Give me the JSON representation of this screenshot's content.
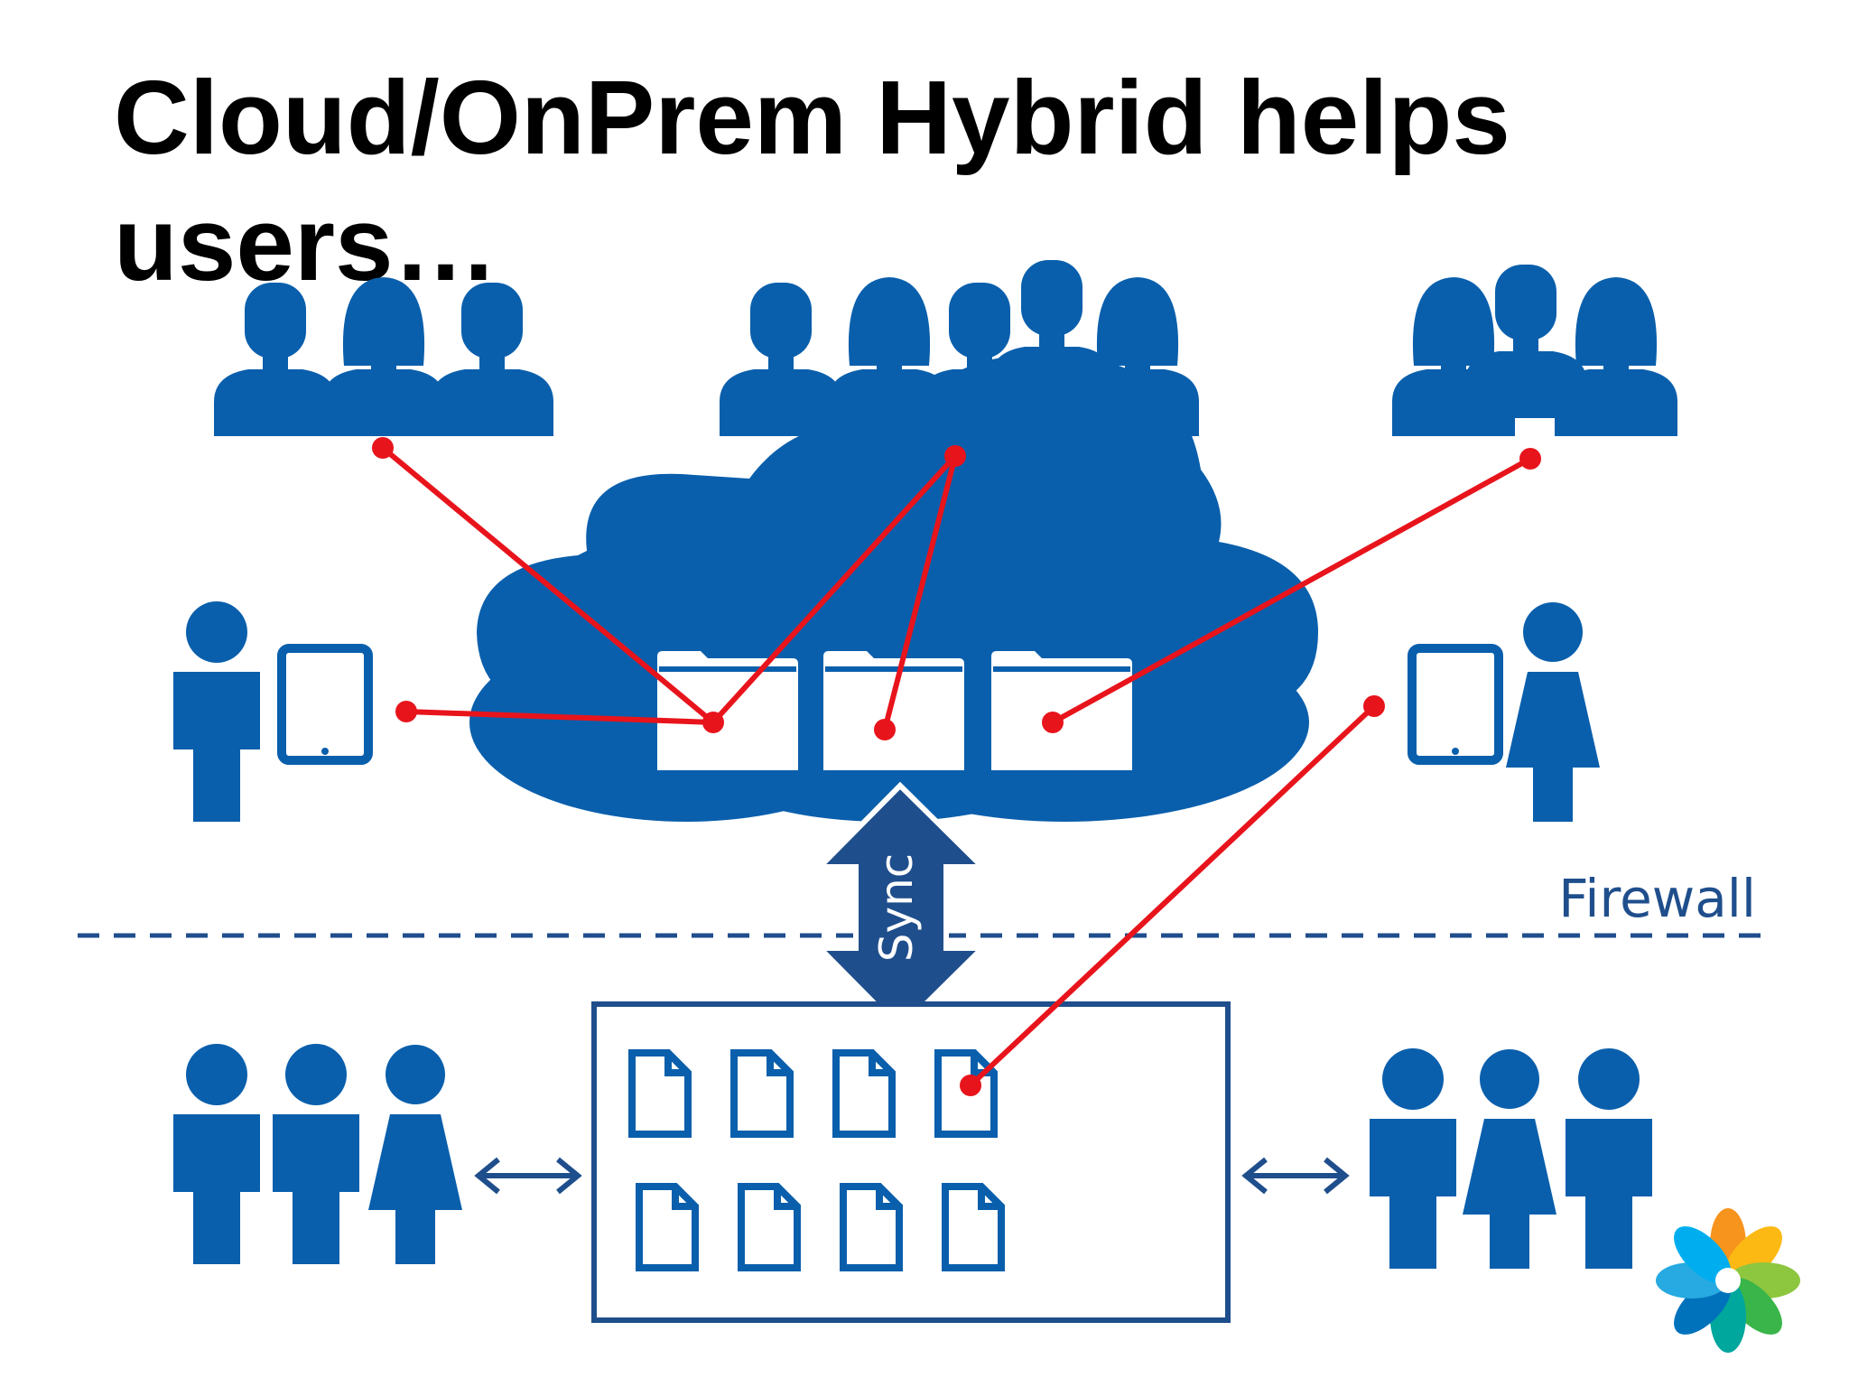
{
  "title": "Cloud/OnPrem Hybrid helps users…",
  "labels": {
    "sync": "Sync",
    "firewall": "Firewall"
  },
  "colors": {
    "brand_blue": "#0a5fac",
    "dark_blue": "#1f4e8c",
    "connector_red": "#e8141c",
    "background": "#ffffff"
  },
  "icons": [
    "user-group-icon",
    "person-icon",
    "tablet-icon",
    "cloud-icon",
    "folder-icon",
    "document-icon",
    "double-arrow-icon",
    "sync-arrow-icon",
    "logo-flower-icon"
  ]
}
